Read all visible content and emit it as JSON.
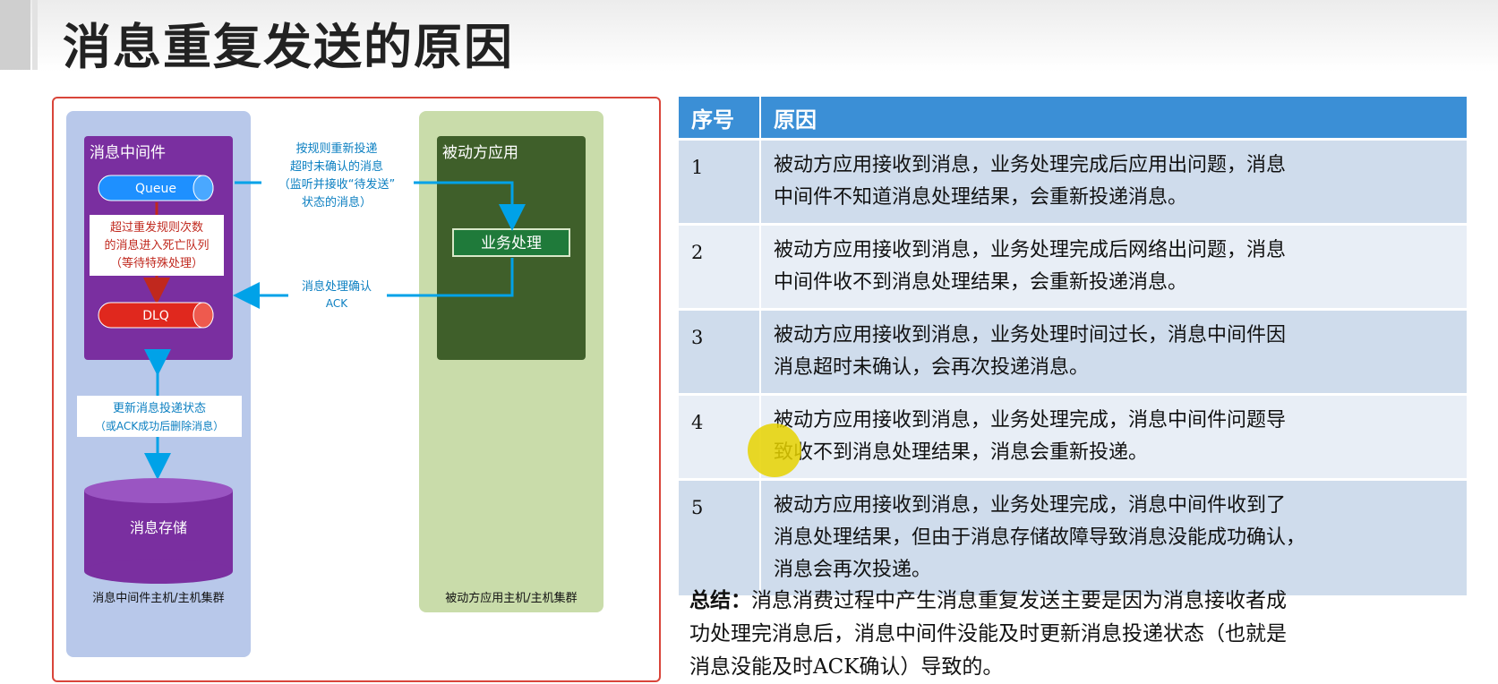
{
  "page": {
    "title": "消息重复发送的原因"
  },
  "diagram": {
    "middleware_title": "消息中间件",
    "queue_label": "Queue",
    "dlq_label": "DLQ",
    "dead_letter_note": [
      "超过重发规则次数",
      "的消息进入死亡队列",
      "（等待特殊处理）"
    ],
    "redeliver_note": [
      "按规则重新投递",
      "超时未确认的消息",
      "（监听并接收“待发送”",
      "状态的消息）"
    ],
    "ack_note": [
      "消息处理确认",
      "ACK"
    ],
    "update_note": [
      "更新消息投递状态",
      "（或ACK成功后删除消息）"
    ],
    "storage_label": "消息存储",
    "middleware_host_label": "消息中间件主机/主机集群",
    "consumer_title": "被动方应用",
    "business_label": "业务处理",
    "consumer_host_label": "被动方应用主机/主机集群"
  },
  "table": {
    "headers": [
      "序号",
      "原因"
    ],
    "rows": [
      {
        "num": "1",
        "lines": [
          "被动方应用接收到消息，业务处理完成后应用出问题，消息",
          "中间件不知道消息处理结果，会重新投递消息。"
        ]
      },
      {
        "num": "2",
        "lines": [
          "被动方应用接收到消息，业务处理完成后网络出问题，消息",
          "中间件收不到消息处理结果，会重新投递消息。"
        ]
      },
      {
        "num": "3",
        "lines": [
          "被动方应用接收到消息，业务处理时间过长，消息中间件因",
          "消息超时未确认，会再次投递消息。"
        ]
      },
      {
        "num": "4",
        "lines": [
          "被动方应用接收到消息，业务处理完成，消息中间件问题导",
          "致收不到消息处理结果，消息会重新投递。"
        ]
      },
      {
        "num": "5",
        "lines": [
          "被动方应用接收到消息，业务处理完成，消息中间件收到了",
          "消息处理结果，但由于消息存储故障导致消息没能成功确认，",
          "消息会再次投递。"
        ]
      }
    ]
  },
  "summary": {
    "label": "总结：",
    "lines": [
      "消息消费过程中产生消息重复发送主要是因为消息接收者成",
      "功处理完消息后，消息中间件没能及时更新消息投递状态（也就是",
      "消息没能及时ACK确认）导致的。"
    ]
  },
  "colors": {
    "title_bar": "#ececec",
    "frame_border": "#d9453a",
    "middleware_panel": "#b8c8ea",
    "middleware_box": "#7a2fa0",
    "queue": "#1e90ff",
    "dlq": "#e0281e",
    "consumer_panel": "#c9dcaa",
    "consumer_box": "#3f5f2a",
    "business": "#1f7a3a",
    "arrow": "#00a2e8",
    "dead_arrow": "#c0281e",
    "table_header": "#3b8fd6",
    "row_odd": "#cfdcec",
    "row_even": "#e8eef6",
    "pointer": "#e6d200"
  }
}
